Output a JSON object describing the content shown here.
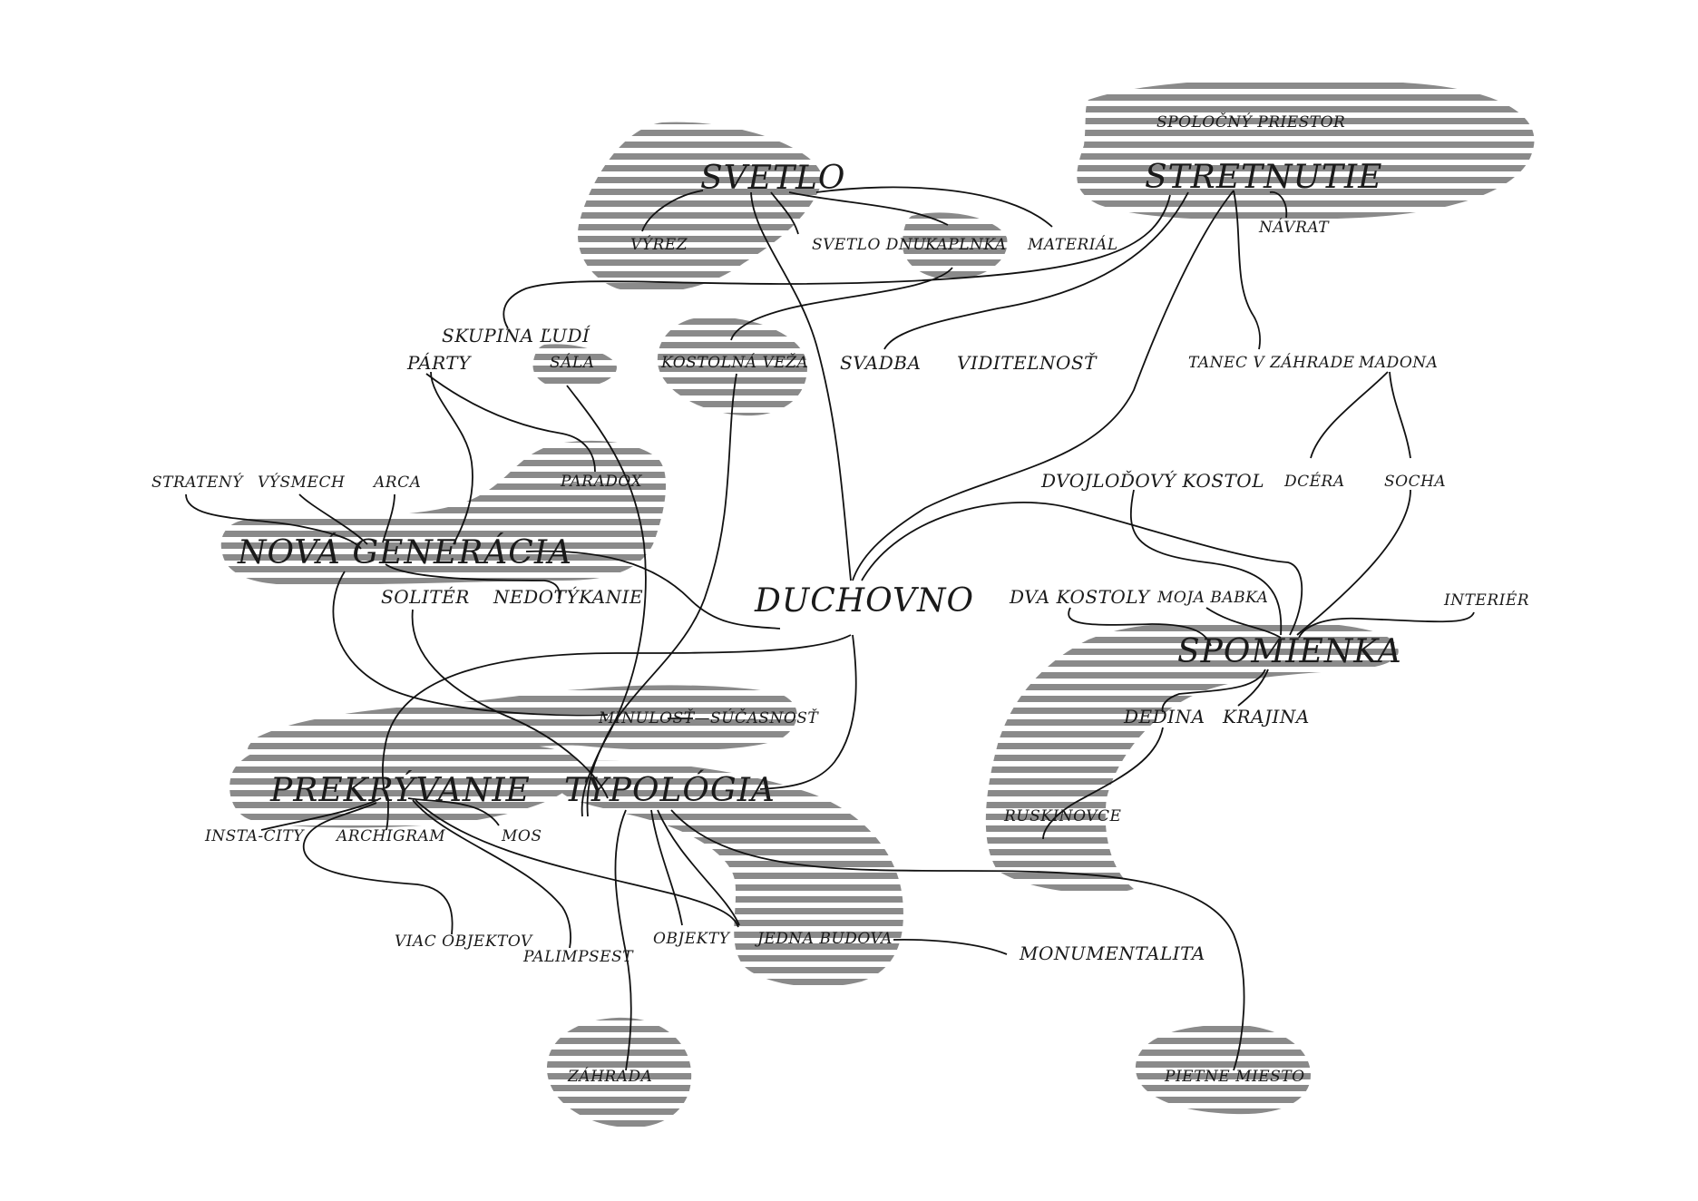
{
  "diagram": {
    "stripe_color": "#8a8a8a",
    "line_color": "#111111",
    "main_topics": {
      "svetlo": "SVETLO",
      "stretnutie": "STRETNUTIE",
      "nova_generacia": "NOVÁ GENERÁCIA",
      "duchovno": "DUCHOVNO",
      "spomienka": "SPOMIENKA",
      "prekryvanie": "PREKRÝVANIE",
      "typologia": "TYPOLÓGIA"
    },
    "labels": {
      "spolocny_priestor": "SPOLOČNÝ PRIESTOR",
      "vyrez": "VÝREZ",
      "svetlo_dnu": "SVETLO DNU",
      "kaplnka": "KAPLNKA",
      "material": "MATERIÁL",
      "navrat": "NÁVRAT",
      "skupina_ludi": "SKUPINA ĽUDÍ",
      "party": "PÁRTY",
      "sala": "SÁLA",
      "kostolna_veza": "KOSTOLNÁ VEŽA",
      "svadba": "SVADBA",
      "viditelnost": "VIDITEĽNOSŤ",
      "tanec_v_zahrade": "TANEC V ZÁHRADE",
      "madona": "MADONA",
      "strateny": "STRATENÝ",
      "vysmech": "VÝSMECH",
      "arca": "ARCA",
      "paradox": "PARADOX",
      "dvojlodovy_kostol": "DVOJLOĎOVÝ KOSTOL",
      "dcera": "DCÉRA",
      "socha": "SOCHA",
      "soliter": "SOLITÉR",
      "nedotykanie": "NEDOTÝKANIE",
      "dva_kostoly": "DVA KOSTOLY",
      "moja_babka": "MOJA BABKA",
      "interier": "INTERIÉR",
      "minulost_sucasnost": "MINULOSŤ—SÚČASNOSŤ",
      "dedina": "DEDINA",
      "krajina": "KRAJINA",
      "ruskinovce": "RUSKINOVCE",
      "insta_city": "INSTA-CITY",
      "archigram": "ARCHIGRAM",
      "mos": "MOS",
      "viac_objektov": "VIAC OBJEKTOV",
      "palimpsest": "PALIMPSEST",
      "objekty": "OBJEKTY",
      "jedna_budova": "JEDNA BUDOVA",
      "monumentalita": "MONUMENTALITA",
      "zahrada": "ZÁHRADA",
      "pietne_miesto": "PIETNE MIESTO"
    }
  }
}
